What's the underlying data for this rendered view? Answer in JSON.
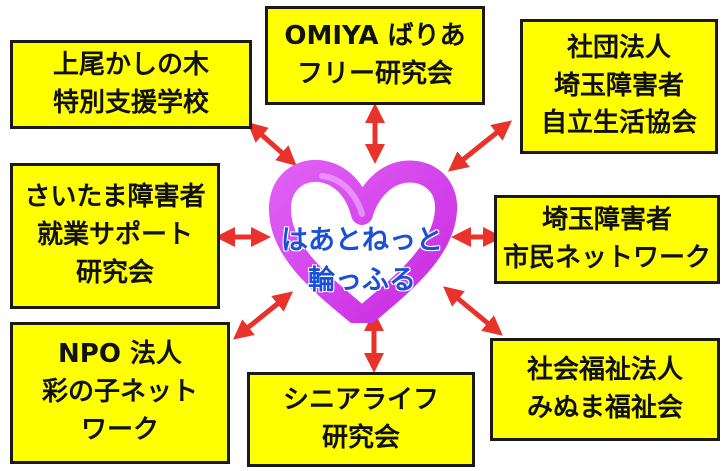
{
  "boxes": {
    "kamio": {
      "line1": "上尾かしの木",
      "line2": "特別支援学校"
    },
    "omiya": {
      "line1": "OMIYA ばりあ",
      "line2": "フリー研究会"
    },
    "saitama_council": {
      "line1": "社団法人",
      "line2": "埼玉障害者",
      "line3": "自立生活協会"
    },
    "saitama_employment": {
      "line1": "さいたま障害者",
      "line2": "就業サポート",
      "line3": "研究会"
    },
    "citizen_network": {
      "line1": "埼玉障害者",
      "line2": "市民ネットワーク"
    },
    "npo": {
      "line1": "NPO 法人",
      "line2": "彩の子ネット",
      "line3": "ワーク"
    },
    "senior_life": {
      "line1": "シニアライフ",
      "line2": "研究会"
    },
    "minuma": {
      "line1": "社会福祉法人",
      "line2": "みぬま福祉会"
    }
  },
  "center_logo": {
    "line1": "はあとねっと",
    "line2": "輪っふる"
  },
  "colors": {
    "box_fill": "#ffff00",
    "box_border": "#1a1a1a",
    "arrow": "#e8322a",
    "heart": "#d63cf0",
    "logo_text": "#1a4fd6"
  },
  "icons": {
    "heart": "heart-ribbon-icon",
    "arrow": "double-headed-arrow-icon"
  }
}
